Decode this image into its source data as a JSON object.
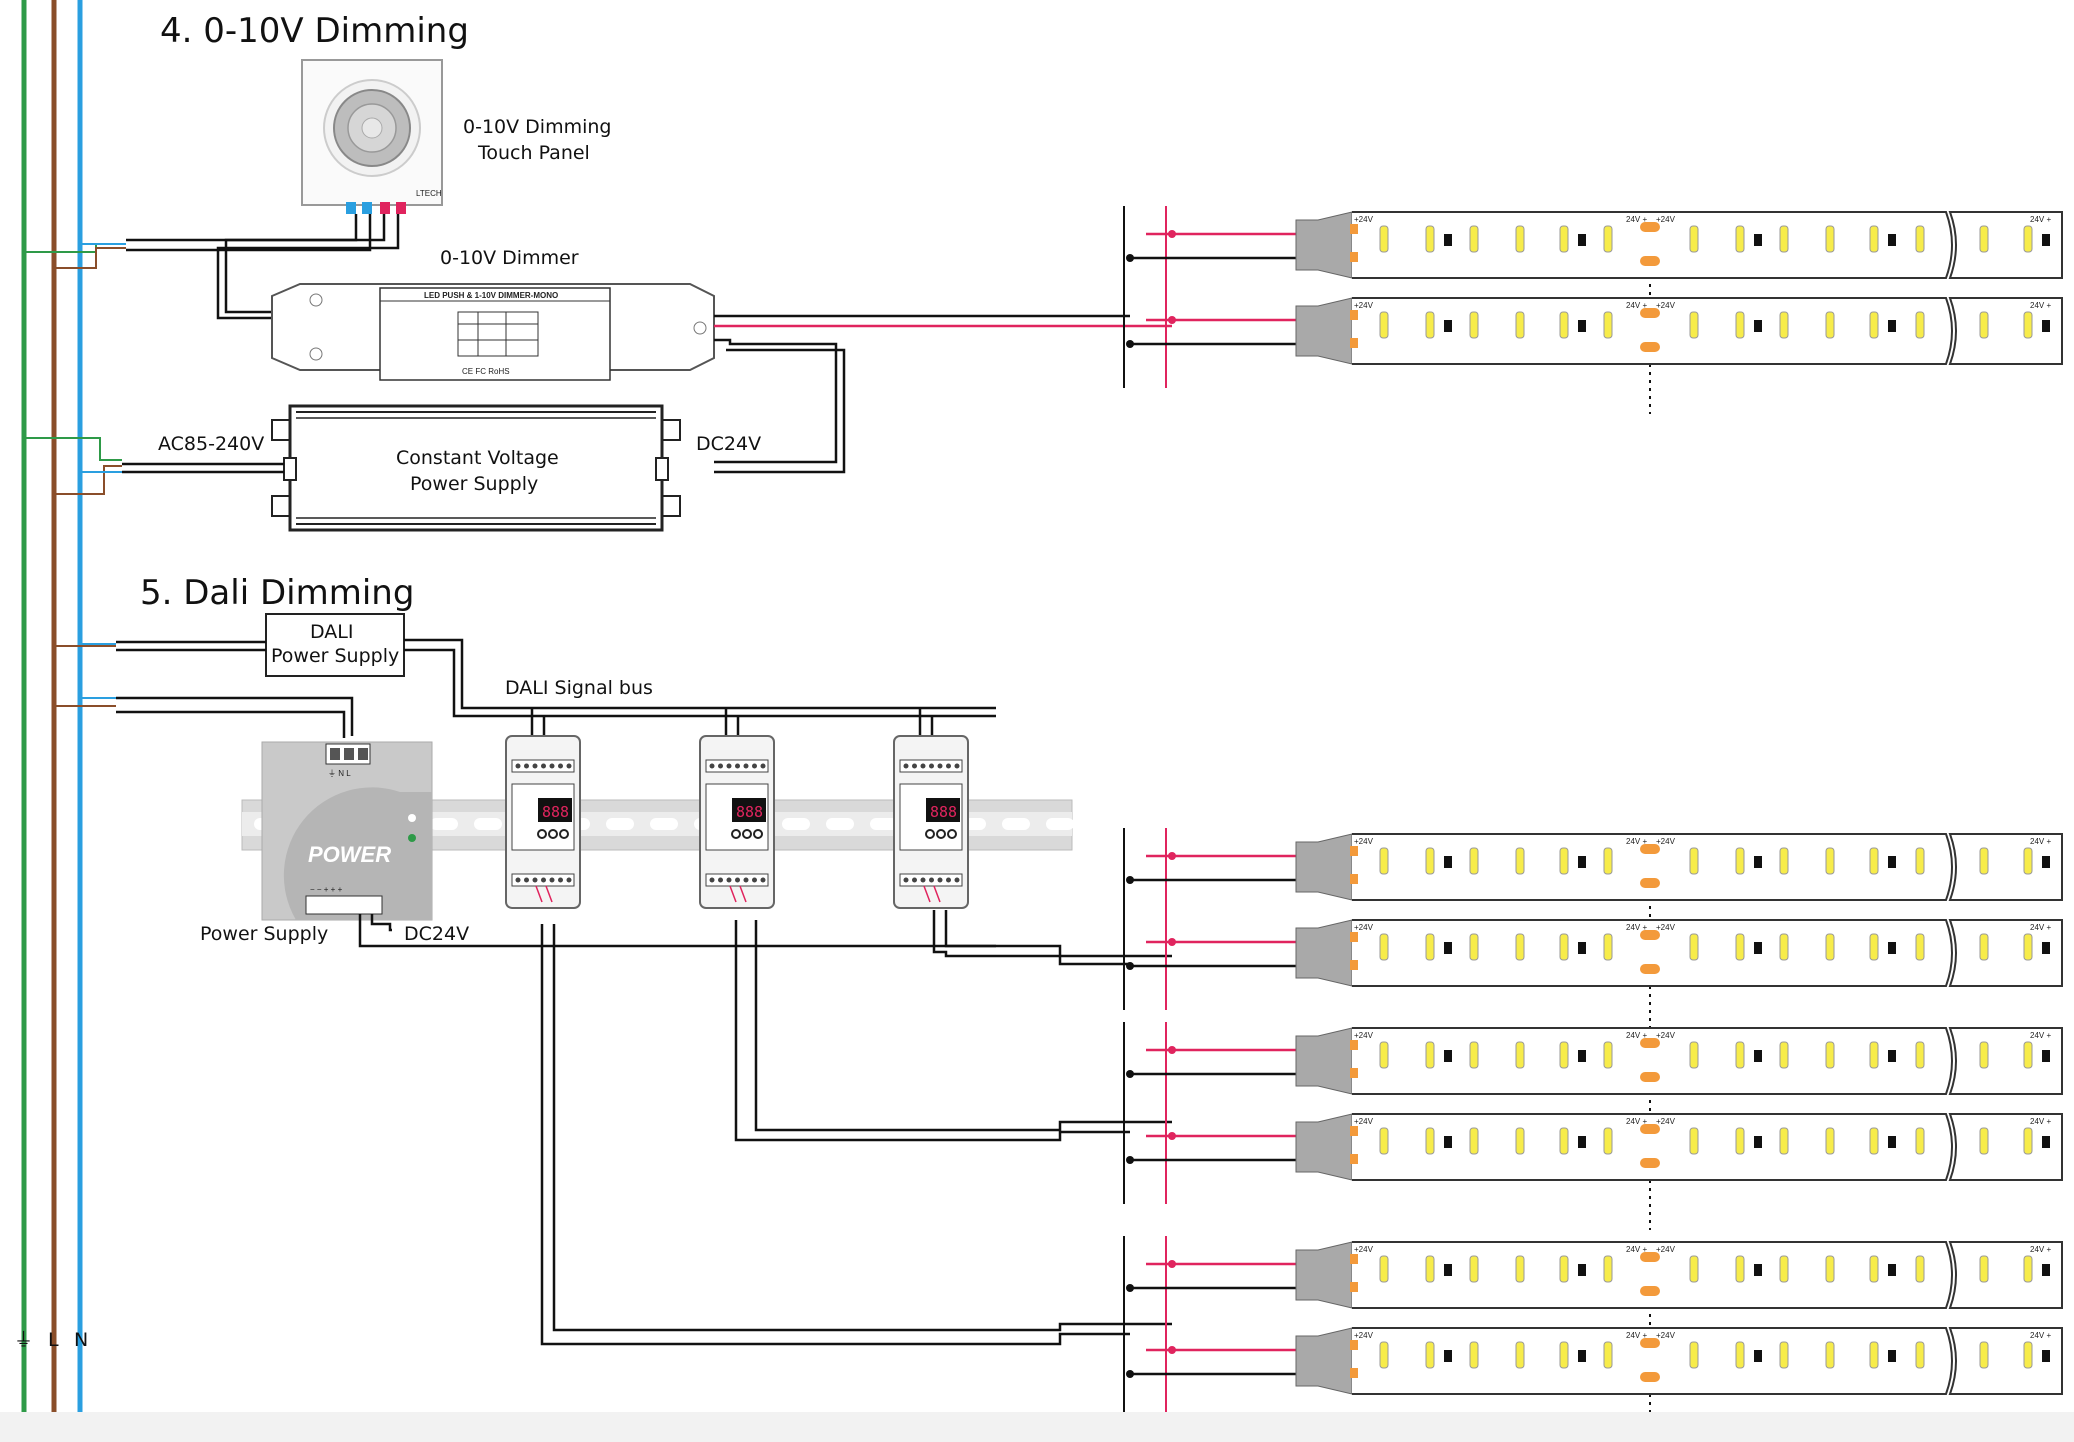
{
  "section4": {
    "title": "4. 0-10V Dimming",
    "touch_panel_label": [
      "0-10V Dimming",
      "Touch Panel"
    ],
    "touch_panel_brand": "LTECH",
    "dimmer_label": "0-10V Dimmer",
    "dimmer_plate_title": "LED PUSH & 1-10V DIMMER-MONO",
    "dimmer_plate_marks": "CE FC RoHS",
    "psu_label": [
      "Constant Voltage",
      "Power Supply"
    ],
    "ac_label": "AC85-240V",
    "dc_label": "DC24V"
  },
  "section5": {
    "title": "5. Dali Dimming",
    "dali_psu_label": [
      "DALI",
      "Power Supply"
    ],
    "bus_label": "DALI Signal bus",
    "psu_face_label": "POWER",
    "psu_label": "Power Supply",
    "dc_label": "DC24V",
    "psu_terminals_top": "⏚ N L",
    "psu_terminals_bottom": "− − + + +",
    "display_text": "888"
  },
  "strip": {
    "v_label": "+24V",
    "v_label_mid_left": "24V +",
    "v_label_mid_right": "+24V",
    "v_label_end": "24V +",
    "minus": "-"
  },
  "mains": {
    "labels": [
      "⏚",
      "L",
      "N"
    ]
  },
  "colors": {
    "earth": "#2e9a48",
    "live": "#8a4e2a",
    "neutral": "#2a9fe0",
    "red_wire": "#e0245e",
    "led_pad": "#f39a3b",
    "led": "#f7ec4a"
  }
}
